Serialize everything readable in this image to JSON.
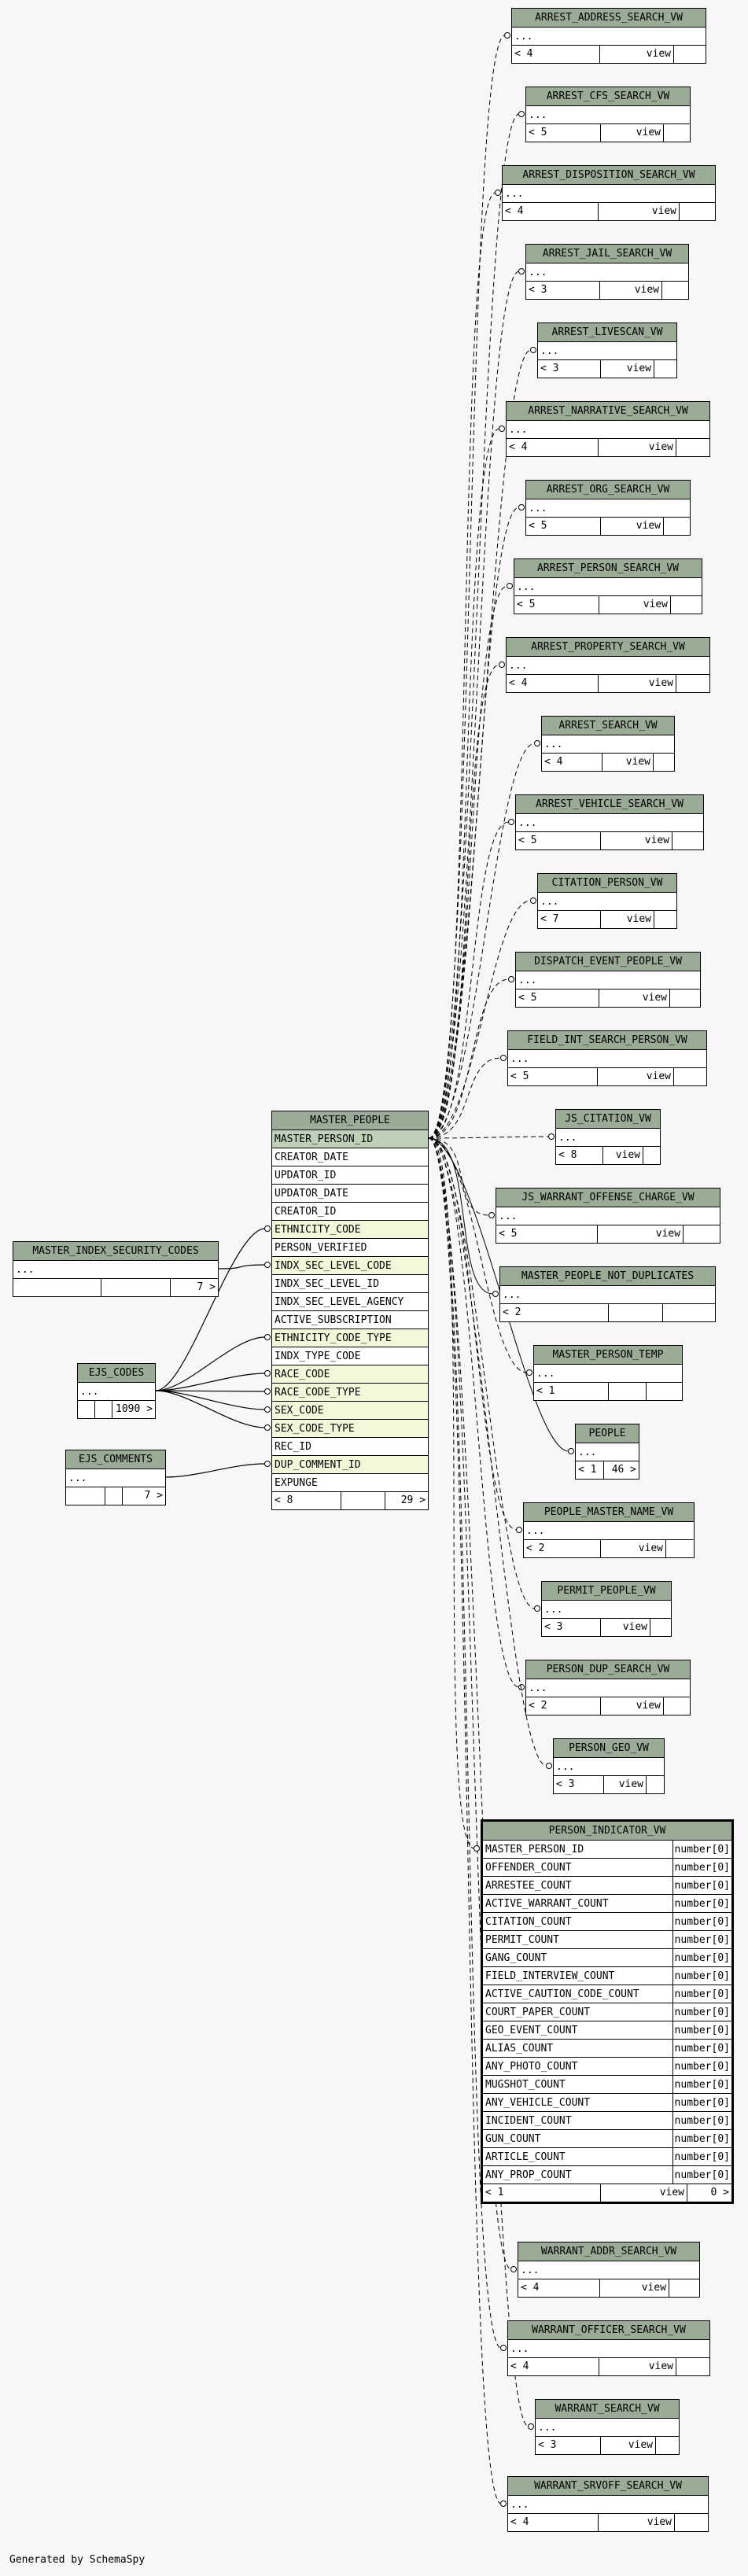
{
  "footer": "Generated by SchemaSpy",
  "master": {
    "title": "MASTER_PEOPLE",
    "columns": [
      "MASTER_PERSON_ID",
      "CREATOR_DATE",
      "UPDATOR_ID",
      "UPDATOR_DATE",
      "CREATOR_ID",
      "ETHNICITY_CODE",
      "PERSON_VERIFIED",
      "INDX_SEC_LEVEL_CODE",
      "INDX_SEC_LEVEL_ID",
      "INDX_SEC_LEVEL_AGENCY",
      "ACTIVE_SUBSCRIPTION",
      "ETHNICITY_CODE_TYPE",
      "INDX_TYPE_CODE",
      "RACE_CODE",
      "RACE_CODE_TYPE",
      "SEX_CODE",
      "SEX_CODE_TYPE",
      "REC_ID",
      "DUP_COMMENT_ID",
      "EXPUNGE"
    ],
    "kinds": [
      "pk",
      "",
      "",
      "",
      "",
      "fk",
      "",
      "fk",
      "",
      "",
      "",
      "fk",
      "",
      "fk",
      "fk",
      "fk",
      "fk",
      "",
      "fk",
      ""
    ],
    "footer": [
      "< 8",
      "",
      "29 >"
    ]
  },
  "left_tables": [
    {
      "name": "MASTER_INDEX_SECURITY_CODES",
      "rows": [
        "..."
      ],
      "footer": [
        "",
        "",
        "7 >"
      ]
    },
    {
      "name": "EJS_CODES",
      "rows": [
        "..."
      ],
      "footer": [
        "",
        "",
        "1090 >"
      ]
    },
    {
      "name": "EJS_COMMENTS",
      "rows": [
        "..."
      ],
      "footer": [
        "",
        "",
        "7 >"
      ]
    }
  ],
  "right_tables": [
    {
      "name": "ARREST_ADDRESS_SEARCH_VW",
      "rows": [
        "..."
      ],
      "footer": [
        "< 4",
        "view",
        ""
      ]
    },
    {
      "name": "ARREST_CFS_SEARCH_VW",
      "rows": [
        "..."
      ],
      "footer": [
        "< 5",
        "view",
        ""
      ]
    },
    {
      "name": "ARREST_DISPOSITION_SEARCH_VW",
      "rows": [
        "..."
      ],
      "footer": [
        "< 4",
        "view",
        ""
      ]
    },
    {
      "name": "ARREST_JAIL_SEARCH_VW",
      "rows": [
        "..."
      ],
      "footer": [
        "< 3",
        "view",
        ""
      ]
    },
    {
      "name": "ARREST_LIVESCAN_VW",
      "rows": [
        "..."
      ],
      "footer": [
        "< 3",
        "view",
        ""
      ]
    },
    {
      "name": "ARREST_NARRATIVE_SEARCH_VW",
      "rows": [
        "..."
      ],
      "footer": [
        "< 4",
        "view",
        ""
      ]
    },
    {
      "name": "ARREST_ORG_SEARCH_VW",
      "rows": [
        "..."
      ],
      "footer": [
        "< 5",
        "view",
        ""
      ]
    },
    {
      "name": "ARREST_PERSON_SEARCH_VW",
      "rows": [
        "..."
      ],
      "footer": [
        "< 5",
        "view",
        ""
      ]
    },
    {
      "name": "ARREST_PROPERTY_SEARCH_VW",
      "rows": [
        "..."
      ],
      "footer": [
        "< 4",
        "view",
        ""
      ]
    },
    {
      "name": "ARREST_SEARCH_VW",
      "rows": [
        "..."
      ],
      "footer": [
        "< 4",
        "view",
        ""
      ]
    },
    {
      "name": "ARREST_VEHICLE_SEARCH_VW",
      "rows": [
        "..."
      ],
      "footer": [
        "< 5",
        "view",
        ""
      ]
    },
    {
      "name": "CITATION_PERSON_VW",
      "rows": [
        "..."
      ],
      "footer": [
        "< 7",
        "view",
        ""
      ]
    },
    {
      "name": "DISPATCH_EVENT_PEOPLE_VW",
      "rows": [
        "..."
      ],
      "footer": [
        "< 5",
        "view",
        ""
      ]
    },
    {
      "name": "FIELD_INT_SEARCH_PERSON_VW",
      "rows": [
        "..."
      ],
      "footer": [
        "< 5",
        "view",
        ""
      ]
    },
    {
      "name": "JS_CITATION_VW",
      "rows": [
        "..."
      ],
      "footer": [
        "< 8",
        "view",
        ""
      ]
    },
    {
      "name": "JS_WARRANT_OFFENSE_CHARGE_VW",
      "rows": [
        "..."
      ],
      "footer": [
        "< 5",
        "view",
        ""
      ]
    },
    {
      "name": "MASTER_PEOPLE_NOT_DUPLICATES",
      "rows": [
        "..."
      ],
      "footer": [
        "< 2",
        "",
        ""
      ]
    },
    {
      "name": "MASTER_PERSON_TEMP",
      "rows": [
        "..."
      ],
      "footer": [
        "< 1",
        "",
        ""
      ]
    },
    {
      "name": "PEOPLE",
      "rows": [
        "..."
      ],
      "footer": [
        "< 1",
        "46 >"
      ]
    },
    {
      "name": "PEOPLE_MASTER_NAME_VW",
      "rows": [
        "..."
      ],
      "footer": [
        "< 2",
        "view",
        ""
      ]
    },
    {
      "name": "PERMIT_PEOPLE_VW",
      "rows": [
        "..."
      ],
      "footer": [
        "< 3",
        "view",
        ""
      ]
    },
    {
      "name": "PERSON_DUP_SEARCH_VW",
      "rows": [
        "..."
      ],
      "footer": [
        "< 2",
        "view",
        ""
      ]
    },
    {
      "name": "PERSON_GEO_VW",
      "rows": [
        "..."
      ],
      "footer": [
        "< 3",
        "view",
        ""
      ]
    },
    {
      "name": "WARRANT_ADDR_SEARCH_VW",
      "rows": [
        "..."
      ],
      "footer": [
        "< 4",
        "view",
        ""
      ]
    },
    {
      "name": "WARRANT_OFFICER_SEARCH_VW",
      "rows": [
        "..."
      ],
      "footer": [
        "< 4",
        "view",
        ""
      ]
    },
    {
      "name": "WARRANT_SEARCH_VW",
      "rows": [
        "..."
      ],
      "footer": [
        "< 3",
        "view",
        ""
      ]
    },
    {
      "name": "WARRANT_SRVOFF_SEARCH_VW",
      "rows": [
        "..."
      ],
      "footer": [
        "< 4",
        "view",
        ""
      ]
    }
  ],
  "person_indicator": {
    "title": "PERSON_INDICATOR_VW",
    "type_label": "number[0]",
    "columns": [
      "MASTER_PERSON_ID",
      "OFFENDER_COUNT",
      "ARRESTEE_COUNT",
      "ACTIVE_WARRANT_COUNT",
      "CITATION_COUNT",
      "PERMIT_COUNT",
      "GANG_COUNT",
      "FIELD_INTERVIEW_COUNT",
      "ACTIVE_CAUTION_CODE_COUNT",
      "COURT_PAPER_COUNT",
      "GEO_EVENT_COUNT",
      "ALIAS_COUNT",
      "ANY_PHOTO_COUNT",
      "MUGSHOT_COUNT",
      "ANY_VEHICLE_COUNT",
      "INCIDENT_COUNT",
      "GUN_COUNT",
      "ARTICLE_COUNT",
      "ANY_PROP_COUNT"
    ],
    "footer": [
      "< 1",
      "view",
      "0 >"
    ]
  }
}
